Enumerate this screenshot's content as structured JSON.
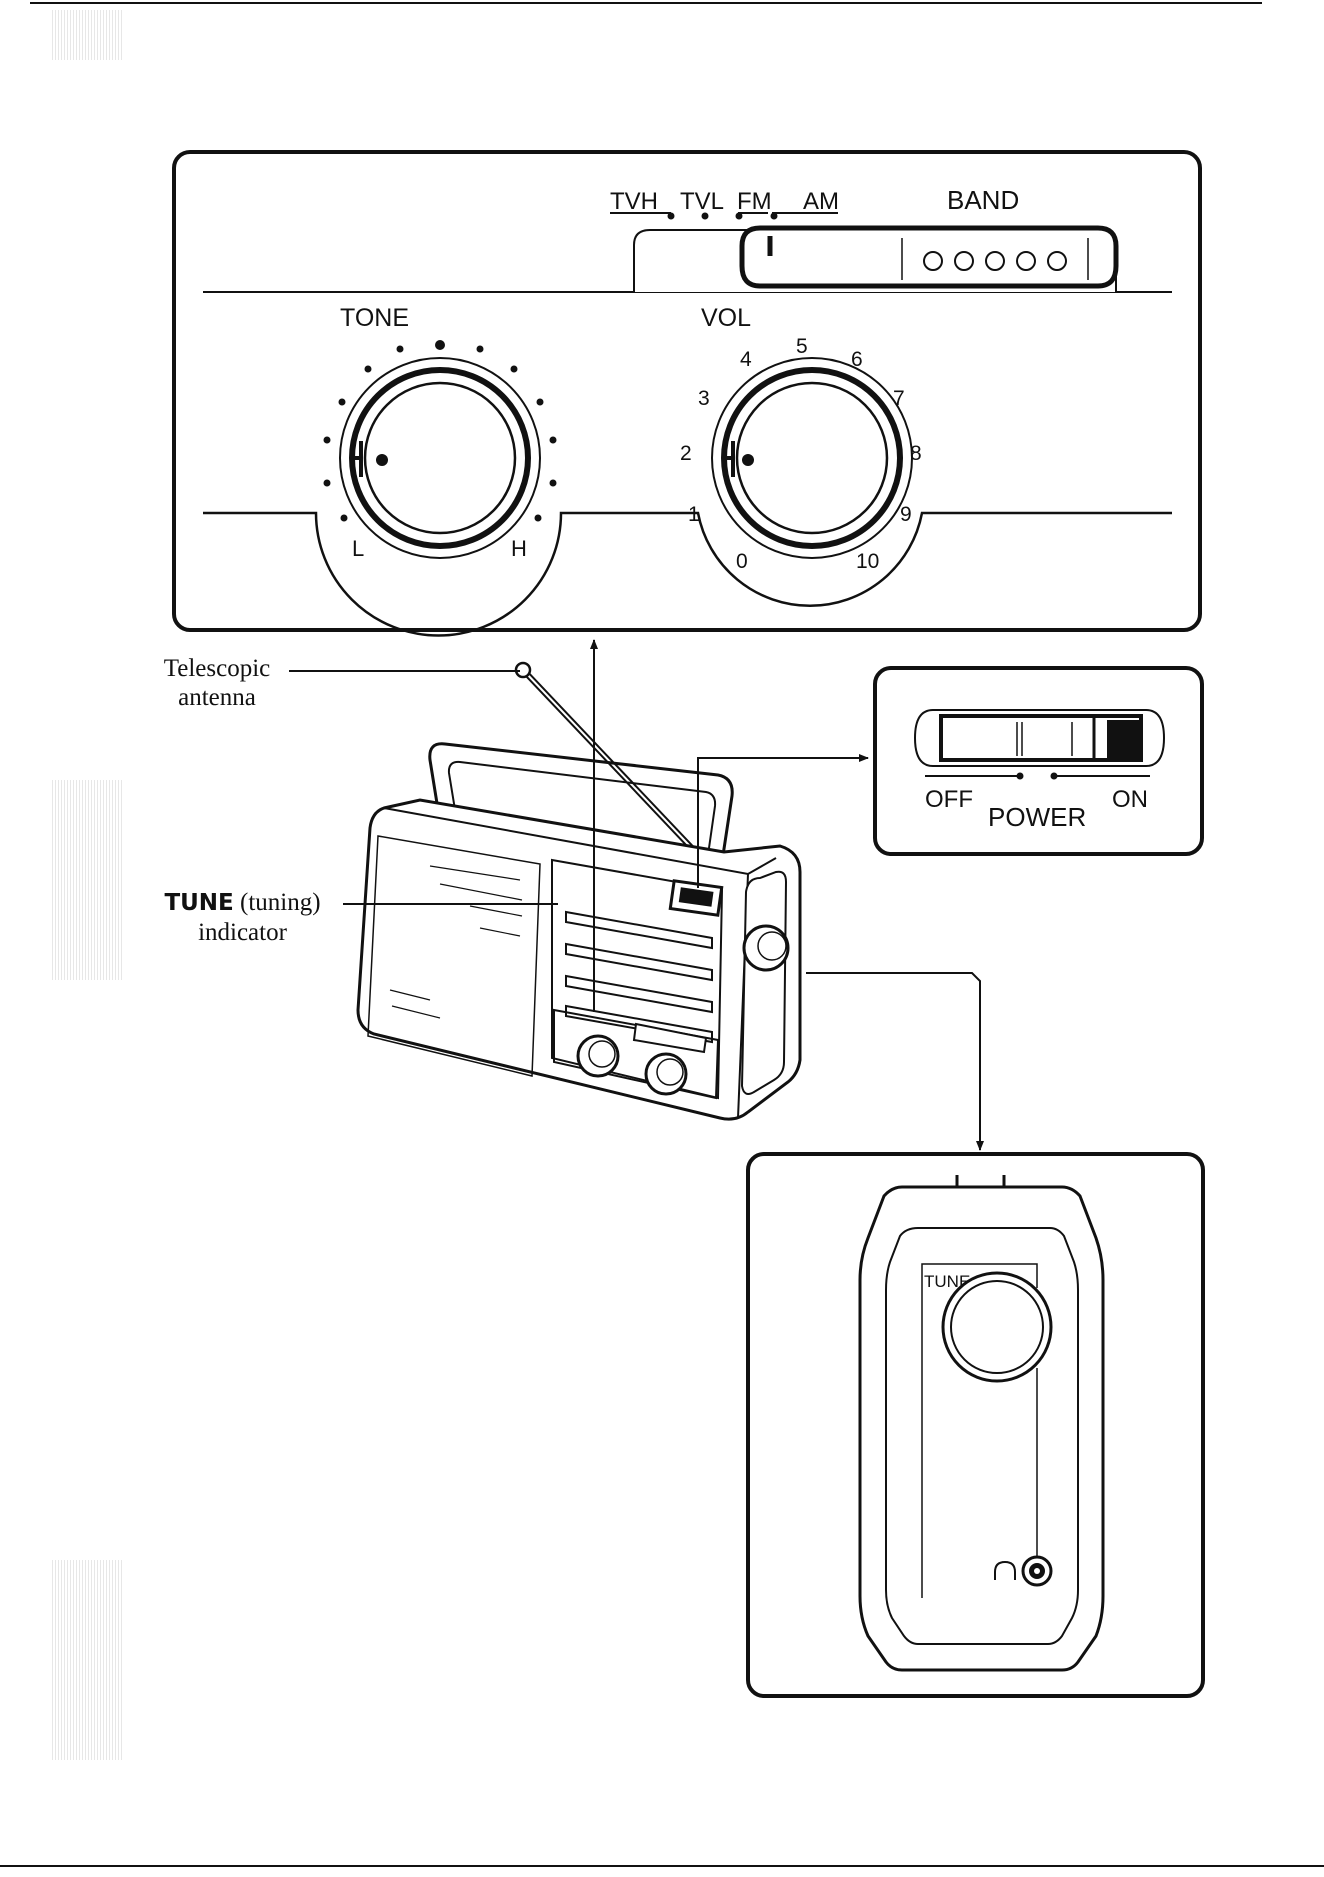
{
  "band_panel": {
    "positions": [
      "TVH",
      "TVL",
      "FM",
      "AM"
    ],
    "band_label": "BAND"
  },
  "tone_control": {
    "title": "TONE",
    "min_label": "L",
    "max_label": "H"
  },
  "volume_control": {
    "title": "VOL",
    "scale": [
      "0",
      "1",
      "2",
      "3",
      "4",
      "5",
      "6",
      "7",
      "8",
      "9",
      "10"
    ]
  },
  "power_switch": {
    "off_label": "OFF",
    "on_label": "ON",
    "title": "POWER"
  },
  "tune_panel": {
    "knob_label": "TUNE"
  },
  "callouts": {
    "antenna_line1": "Telescopic",
    "antenna_line2": "antenna",
    "tune_bold": "TUNE",
    "tune_rest": " (tuning)",
    "tune_line2": "indicator"
  }
}
